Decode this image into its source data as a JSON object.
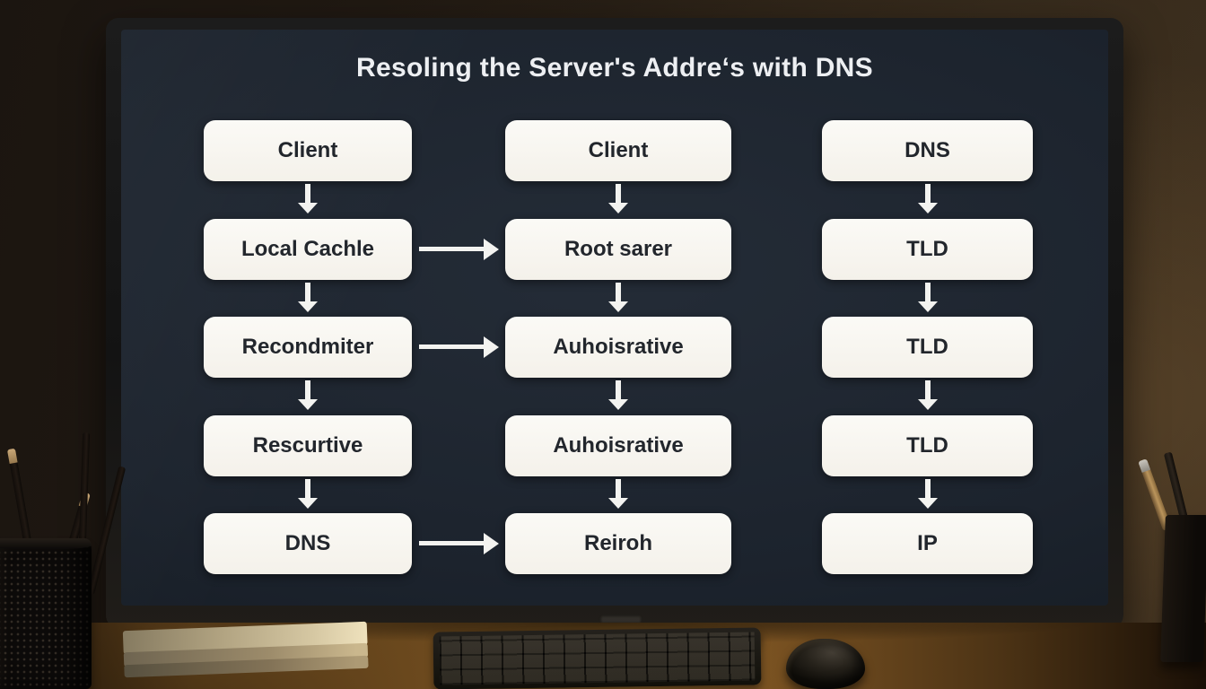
{
  "screen": {
    "title": "Resoling the Server's Addreʻs with DNS"
  },
  "diagram": {
    "columns": [
      {
        "boxes": [
          "Client",
          "Local Cachle",
          "Recondmiter",
          "Rescurtive",
          "DNS"
        ]
      },
      {
        "boxes": [
          "Client",
          "Root sarer",
          "Auhoisrative",
          "Auhoisrative",
          "Reiroh"
        ]
      },
      {
        "boxes": [
          "DNS",
          "TLD",
          "TLD",
          "TLD",
          "IP"
        ]
      }
    ],
    "horizontal_arrows": [
      "row-2: Local Cachle to Root sarer",
      "row-3: Recondmiter to Auhoisrative",
      "row-5: DNS to Reiroh"
    ],
    "icons": {
      "arrow_down": "↓",
      "arrow_right": "→"
    }
  },
  "colors": {
    "node_background": "#f8f6f1",
    "node_text": "#22262c",
    "arrow": "#f3f3f0",
    "title_text": "#edeff2",
    "screen_background": "#1c232d"
  }
}
